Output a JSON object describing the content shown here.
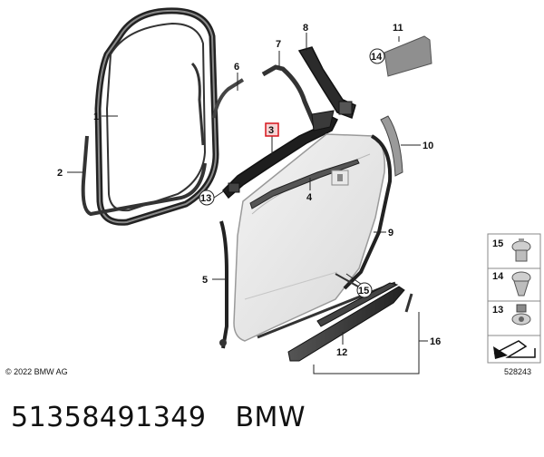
{
  "diagram": {
    "callouts": {
      "c1": "1",
      "c2": "2",
      "c3": "3",
      "c4": "4",
      "c5": "5",
      "c6": "6",
      "c7": "7",
      "c8": "8",
      "c9": "9",
      "c10": "10",
      "c11": "11",
      "c12": "12",
      "c13": "13",
      "c14": "14",
      "c15": "15",
      "c16": "16"
    },
    "legend": {
      "item15": "15",
      "item14": "14",
      "item13": "13"
    },
    "highlight_color": "#d6151c"
  },
  "copyright": "© 2022 BMW AG",
  "illustration_number": "528243",
  "footer": {
    "part_number": "51358491349",
    "brand": "BMW"
  }
}
